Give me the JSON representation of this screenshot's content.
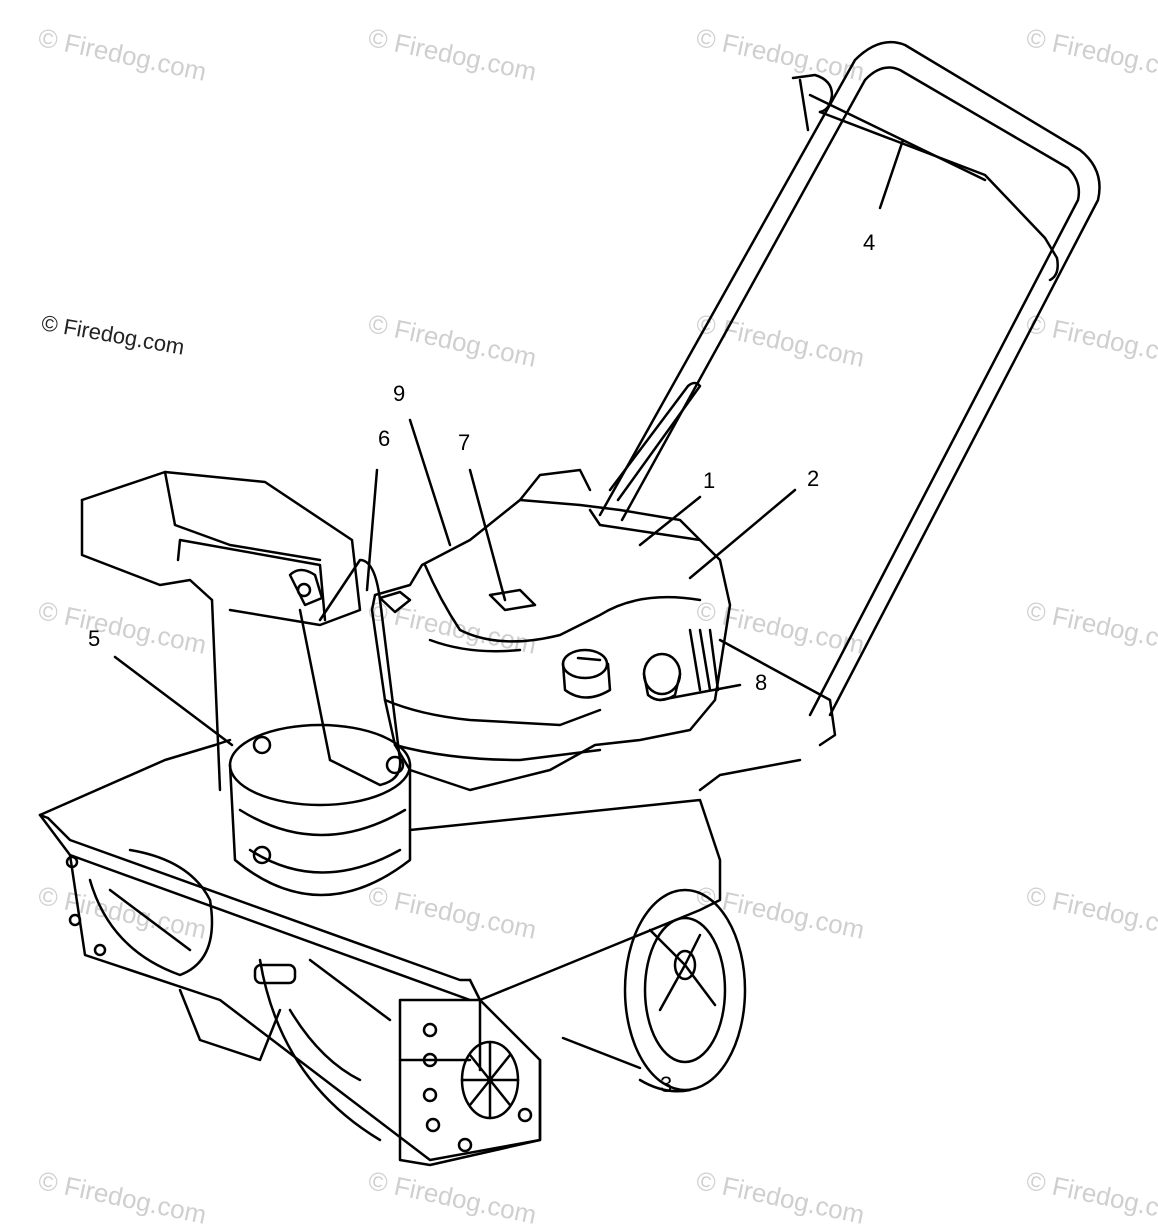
{
  "watermark": "© Firedog.com",
  "callouts": [
    {
      "id": "1",
      "label": "1"
    },
    {
      "id": "2",
      "label": "2"
    },
    {
      "id": "3",
      "label": "3"
    },
    {
      "id": "4",
      "label": "4"
    },
    {
      "id": "5",
      "label": "5"
    },
    {
      "id": "6",
      "label": "6"
    },
    {
      "id": "7",
      "label": "7"
    },
    {
      "id": "8",
      "label": "8"
    },
    {
      "id": "9",
      "label": "9"
    }
  ],
  "colors": {
    "line": "#000000",
    "watermark": "#cfcfcf",
    "background": "#ffffff"
  }
}
